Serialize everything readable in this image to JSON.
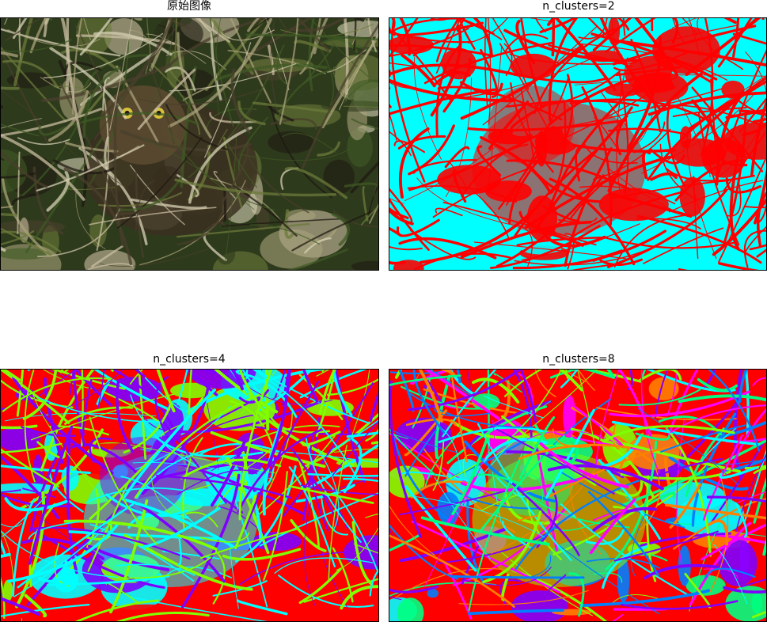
{
  "figure": {
    "panels": [
      {
        "title": "原始图像",
        "kind": "original",
        "palette": [
          "#2e3a1c",
          "#3f5a24",
          "#6b7a3a",
          "#a9a27a",
          "#d6d0b4",
          "#1f1a12",
          "#4a3f2c",
          "#c9bda0"
        ]
      },
      {
        "title": "n_clusters=2",
        "kind": "clusters",
        "palette": [
          "#00ffff",
          "#ff0000"
        ]
      },
      {
        "title": "n_clusters=4",
        "kind": "clusters",
        "palette": [
          "#ff0000",
          "#80ff00",
          "#00ffff",
          "#8000ff"
        ]
      },
      {
        "title": "n_clusters=8",
        "kind": "clusters",
        "palette": [
          "#ff0000",
          "#ff8000",
          "#80ff00",
          "#00ff80",
          "#00ffff",
          "#0080ff",
          "#8000ff",
          "#ff00ff"
        ]
      }
    ]
  }
}
